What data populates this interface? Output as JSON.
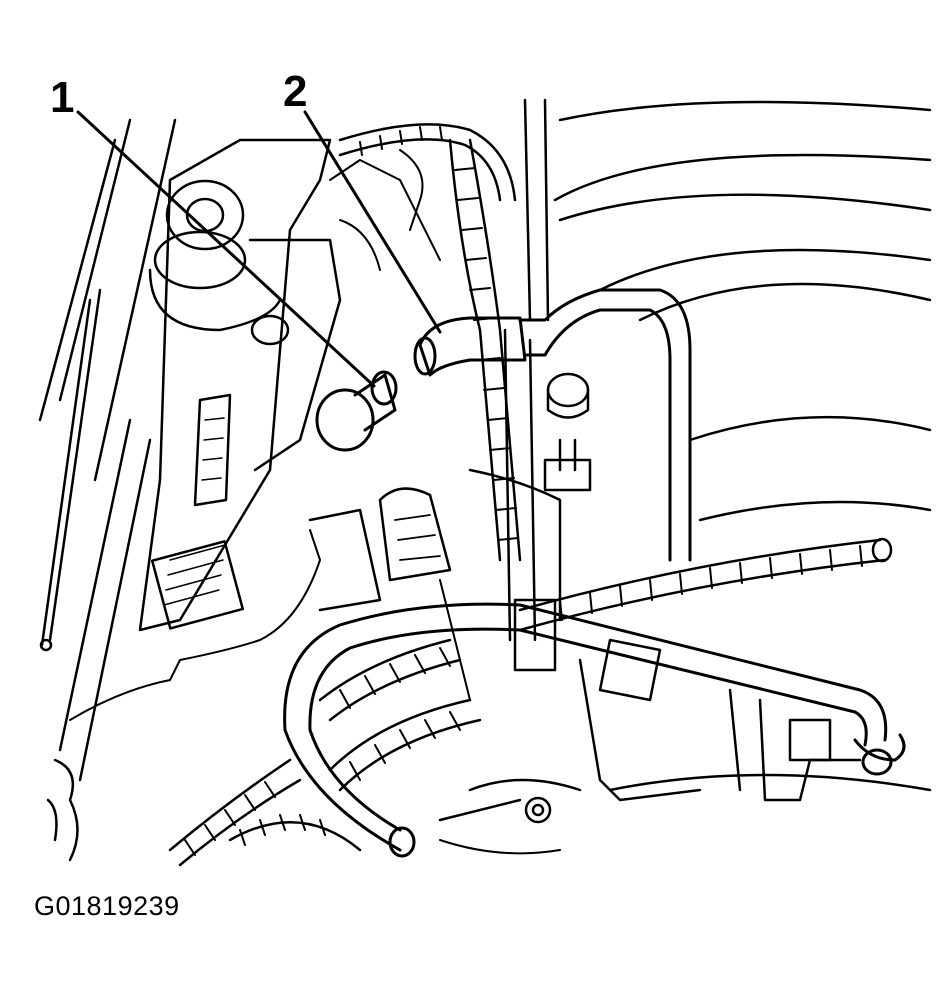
{
  "callouts": [
    {
      "id": "1",
      "label": "1"
    },
    {
      "id": "2",
      "label": "2"
    }
  ],
  "figure_id": "G01819239",
  "colors": {
    "line": "#000000",
    "background": "#ffffff"
  }
}
